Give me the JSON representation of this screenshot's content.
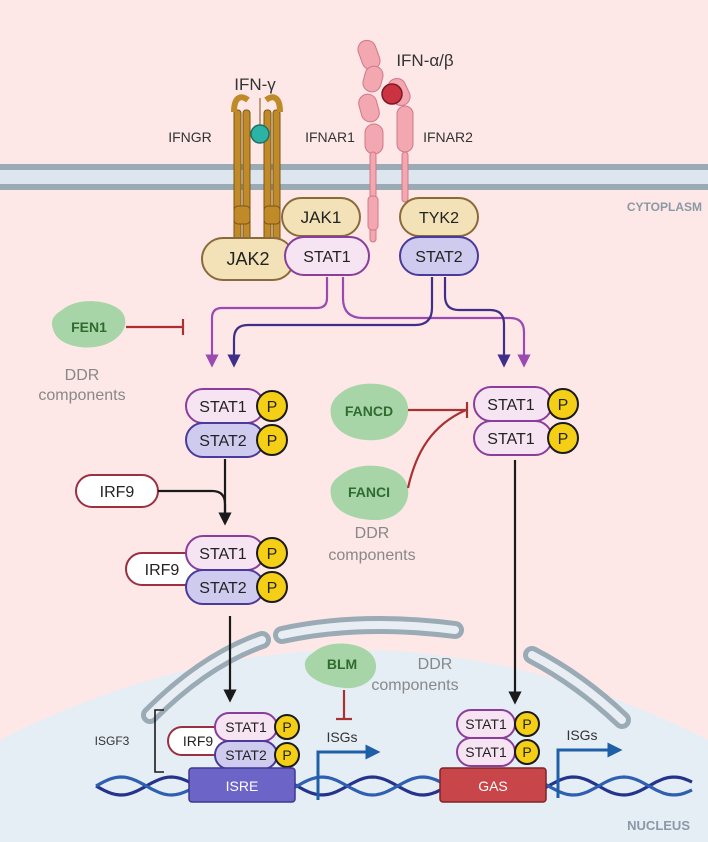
{
  "ligands": {
    "ifn_gamma": "IFN-γ",
    "ifn_ab": "IFN-α/β"
  },
  "receptors": {
    "ifngr": "IFNGR",
    "ifnar1": "IFNAR1",
    "ifnar2": "IFNAR2"
  },
  "compartments": {
    "cytoplasm": "CYTOPLASM",
    "nucleus": "NUCLEUS"
  },
  "kinases": {
    "jak1": "JAK1",
    "jak2": "JAK2",
    "tyk2": "TYK2"
  },
  "stat": {
    "stat1": "STAT1",
    "stat2": "STAT2",
    "phospho": "P"
  },
  "irf9": "IRF9",
  "ddr": {
    "fen1": "FEN1",
    "fancd": "FANCD",
    "fanci": "FANCI",
    "blm": "BLM",
    "label_line1": "DDR",
    "label_line2": "components"
  },
  "complex": "ISGF3",
  "promoters": {
    "isre": "ISRE",
    "gas": "GAS"
  },
  "isgs": "ISGs",
  "colors": {
    "background": "#fde8e7",
    "nucleus": "#e5edf5",
    "membrane": "#9aabb5",
    "stat1_fill": "#f7e4f2",
    "stat1_stroke": "#8a3d9a",
    "stat2_fill": "#cfcbef",
    "stat2_stroke": "#4a3a9a",
    "kinase_fill": "#f3e2b8",
    "kinase_stroke": "#8a6a3a",
    "phospho_fill": "#f5cf16",
    "blob_fill": "#a8d5a8",
    "blob_text": "#2f6b2f",
    "inhibition": "#a83232",
    "arrow_purple": "#9a4ab0",
    "arrow_navy": "#3f2f8a",
    "isre": "#6d64c7",
    "gas": "#c8454a",
    "dna": "#24348c",
    "isg_arrow": "#1f5fa8"
  }
}
